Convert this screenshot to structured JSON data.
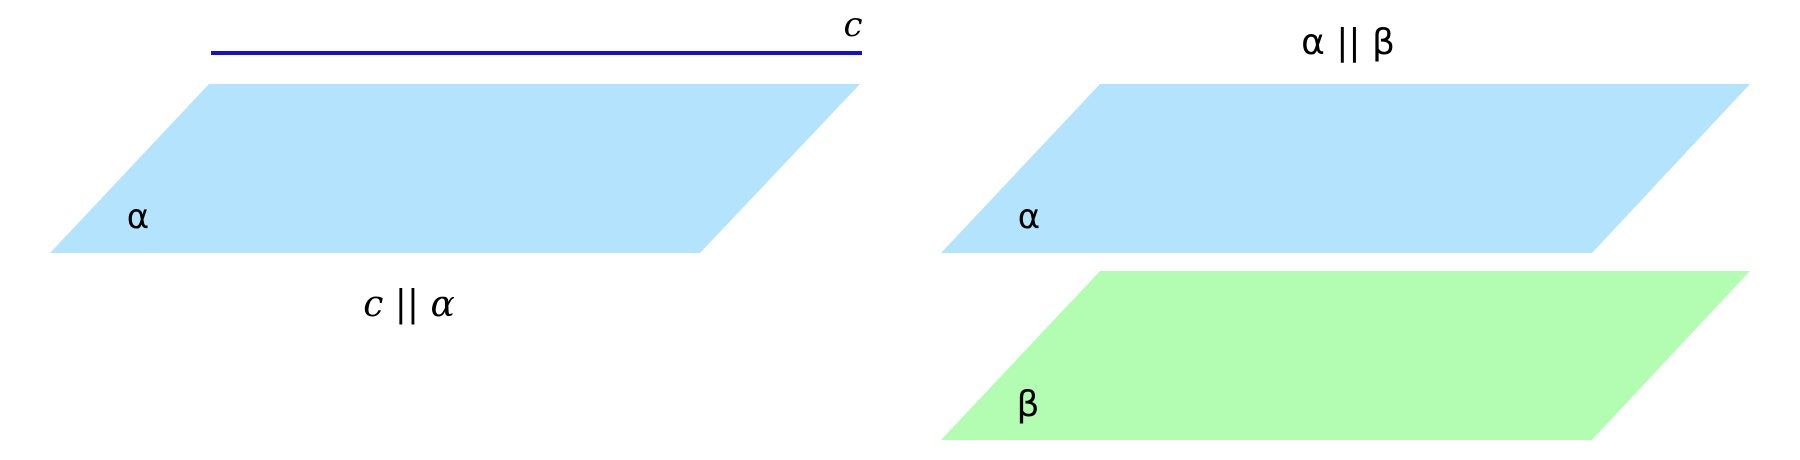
{
  "colors": {
    "plane_alpha": "#B3E3FD",
    "plane_beta": "#B3FDB3",
    "line_c": "#1010D8",
    "text": "#000000"
  },
  "left_figure": {
    "line_label": "c",
    "plane_label": "α",
    "caption": "c || α"
  },
  "right_figure": {
    "caption": "α || β",
    "top_plane_label": "α",
    "bottom_plane_label": "β"
  }
}
